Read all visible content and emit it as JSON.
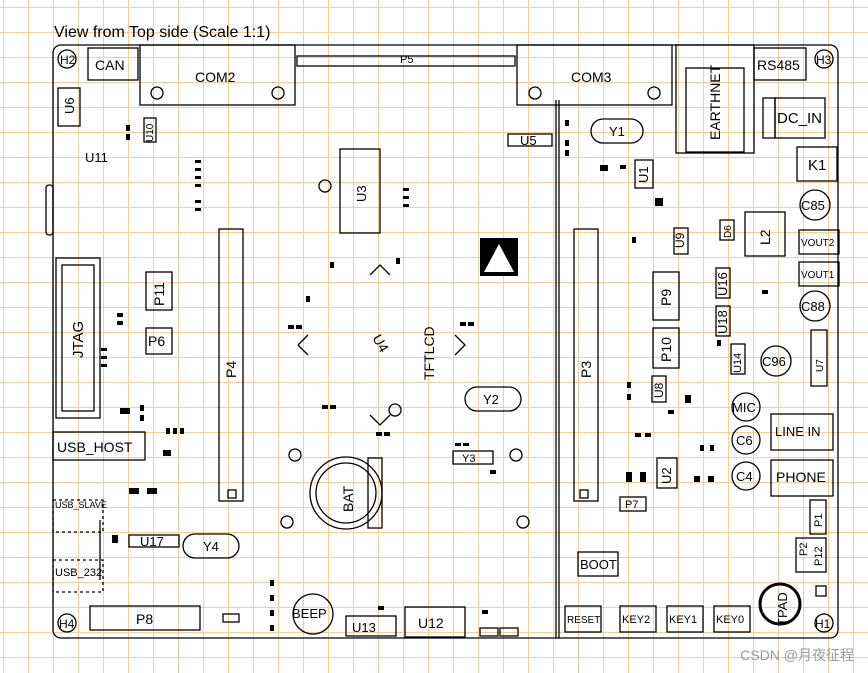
{
  "title": "View from Top side (Scale 1:1)",
  "watermark": "CSDN @月夜征程",
  "labels": {
    "H2": "H2",
    "H3": "H3",
    "H4": "H4",
    "H1": "H1",
    "CAN": "CAN",
    "COM2": "COM2",
    "P5": "P5",
    "COM3": "COM3",
    "EARTHNET": "EARTHNET",
    "RS485": "RS485",
    "DC_IN": "DC_IN",
    "U6": "U6",
    "U10": "U10",
    "U11": "U11",
    "U3": "U3",
    "U5": "U5",
    "Y1": "Y1",
    "U1": "U1",
    "K1": "K1",
    "C85": "C85",
    "U9": "U9",
    "D6": "D6",
    "L2": "L2",
    "VOUT2": "VOUT2",
    "VOUT1": "VOUT1",
    "U16": "U16",
    "C88": "C88",
    "U18": "U18",
    "U14": "U14",
    "C96": "C96",
    "U7": "U7",
    "JTAG": "JTAG",
    "P11": "P11",
    "P6": "P6",
    "P4": "P4",
    "U4": "U4",
    "TFTLCD": "TFTLCD",
    "P3": "P3",
    "P9": "P9",
    "P10": "P10",
    "Y2": "Y2",
    "U8": "U8",
    "MIC": "MIC",
    "LINE_IN": "LINE IN",
    "C6": "C6",
    "PHONE": "PHONE",
    "C4": "C4",
    "USB_HOST": "USB_HOST",
    "Y3": "Y3",
    "BAT": "BAT",
    "U2": "U2",
    "P7": "P7",
    "USB_SLAVE": "USB_SLAVE",
    "U17": "U17",
    "Y4": "Y4",
    "USB_232": "USB_232",
    "BOOT": "BOOT",
    "P1": "P1",
    "P2": "P2",
    "P12": "P12",
    "P8": "P8",
    "BEEP": "BEEP",
    "U13": "U13",
    "U12": "U12",
    "RESET": "RESET",
    "KEY2": "KEY2",
    "KEY1": "KEY1",
    "KEY0": "KEY0",
    "TPAD": "TPAD"
  }
}
